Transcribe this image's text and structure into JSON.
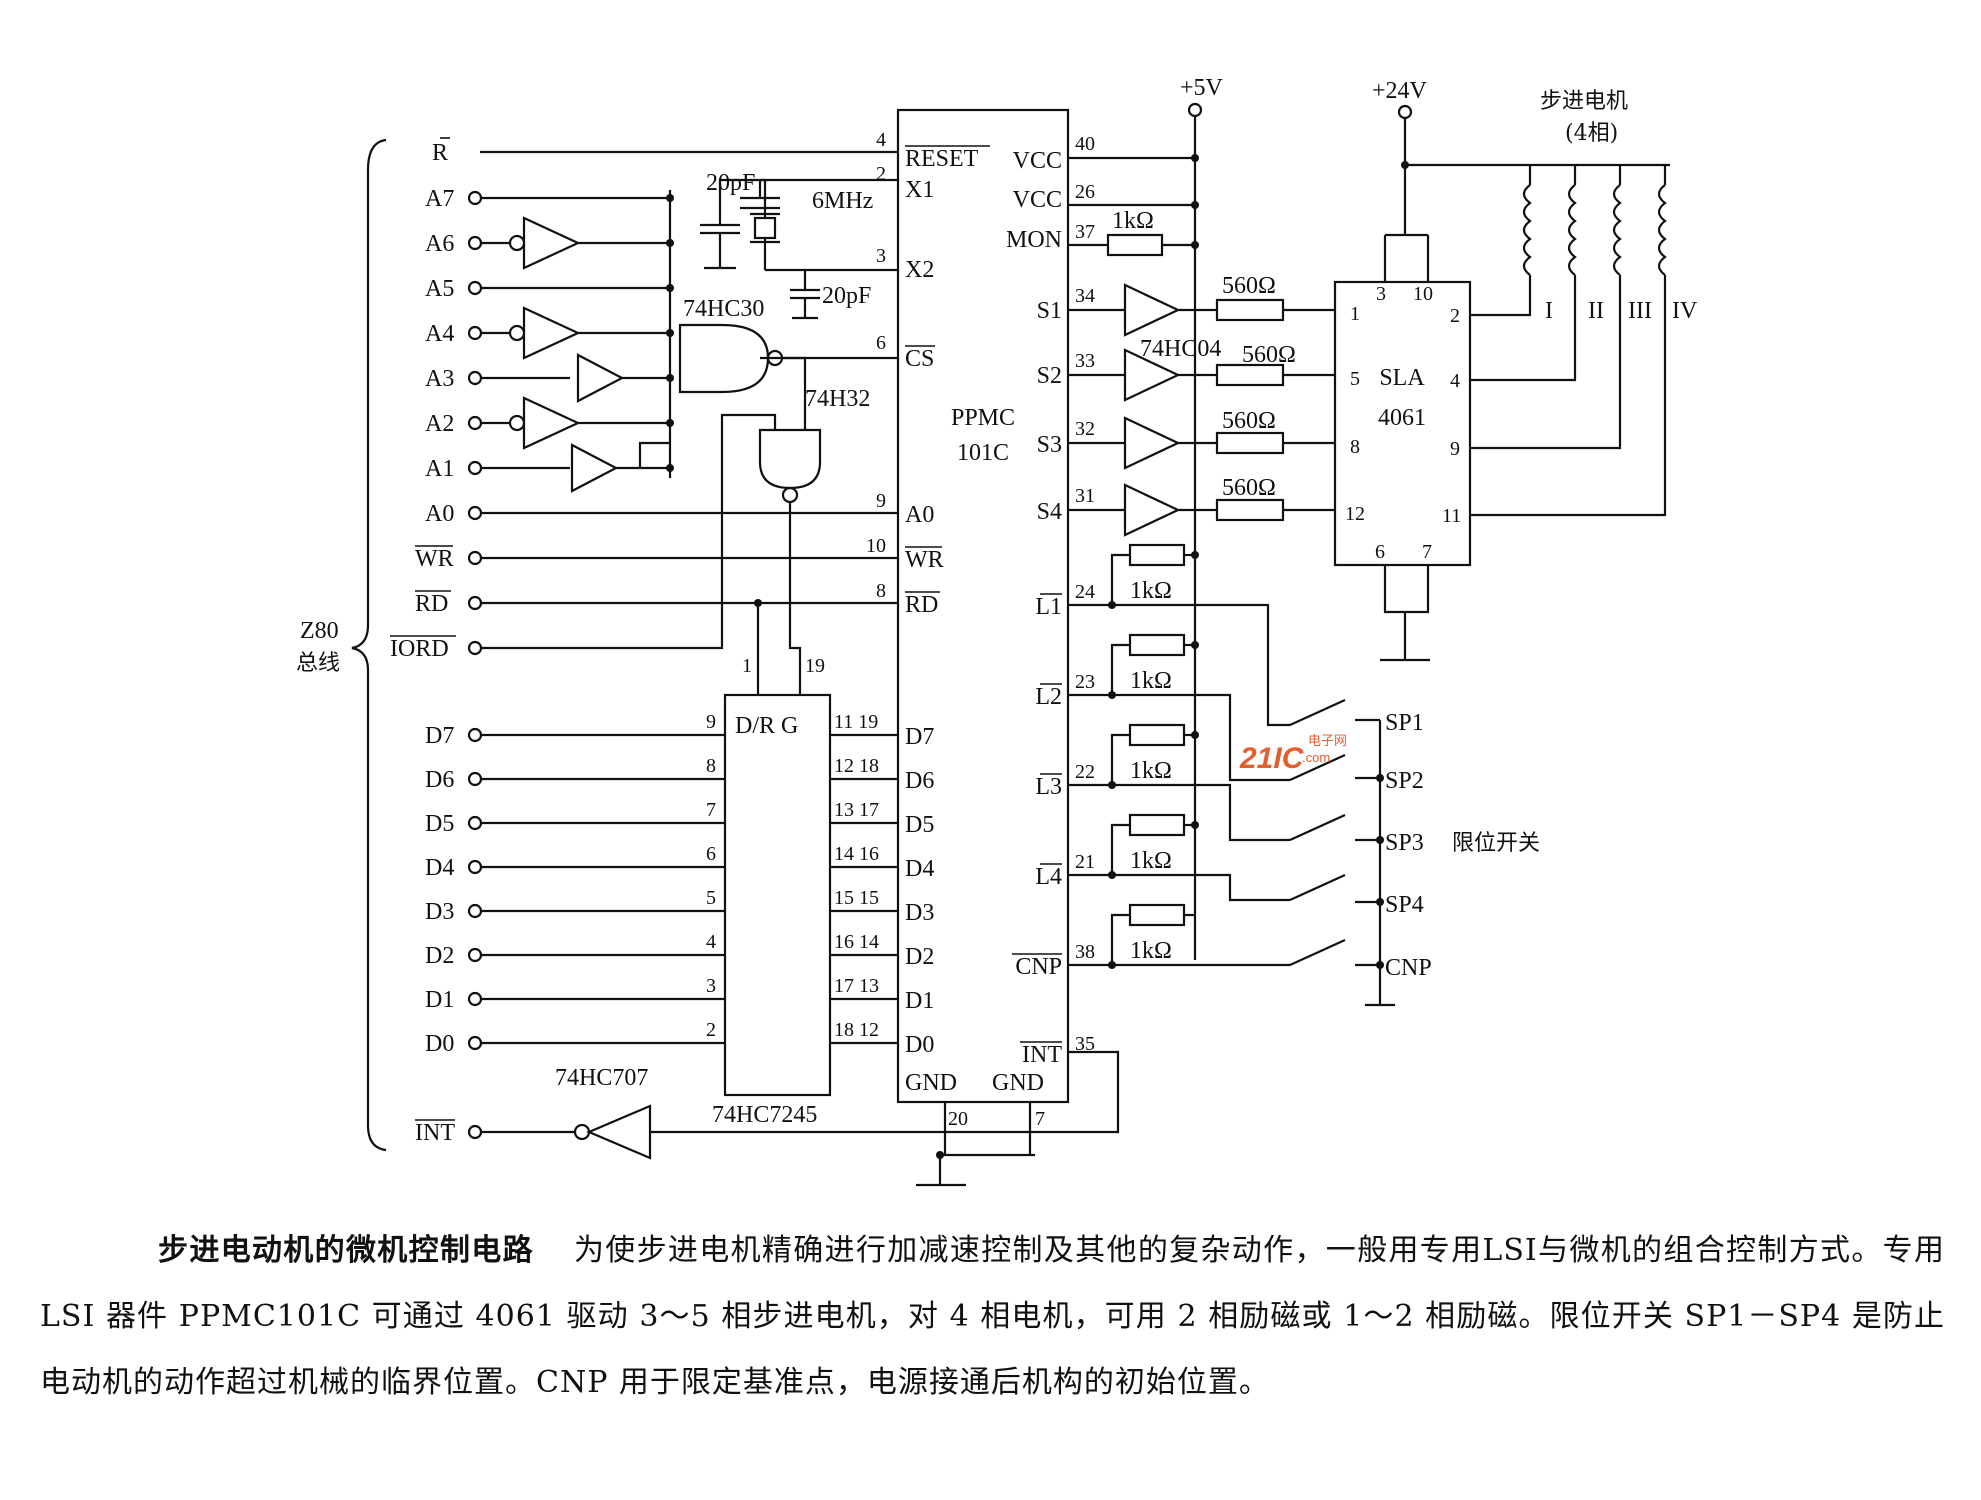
{
  "watermark": {
    "brand": "21IC",
    "sub": "电子网",
    "domain": ".com"
  },
  "bus": {
    "name": "Z80",
    "sub": "总线",
    "signals": [
      "R",
      "A7",
      "A6",
      "A5",
      "A4",
      "A3",
      "A2",
      "A1",
      "A0",
      "WR",
      "RD",
      "IORD",
      "D7",
      "D6",
      "D5",
      "D4",
      "D3",
      "D2",
      "D1",
      "D0",
      "INT"
    ]
  },
  "parts": {
    "nand": "74HC30",
    "or": "74H32",
    "buffer": "74HC707",
    "transceiver": "74HC7245",
    "inverter": "74HC04",
    "ppmc_line1": "PPMC",
    "ppmc_line2": "101C",
    "sla_line1": "SLA",
    "sla_line2": "4061",
    "dir_pins": "D/R G"
  },
  "clock": {
    "cap1": "20pF",
    "crystal": "6MHz",
    "cap2": "20pF"
  },
  "ppmc": {
    "left_pins": [
      {
        "num": "4",
        "name": "RESET"
      },
      {
        "num": "2",
        "name": "X1"
      },
      {
        "num": "3",
        "name": "X2"
      },
      {
        "num": "6",
        "name": "CS"
      },
      {
        "num": "9",
        "name": "A0"
      },
      {
        "num": "10",
        "name": "WR"
      },
      {
        "num": "8",
        "name": "RD"
      }
    ],
    "data_pins": [
      "D7",
      "D6",
      "D5",
      "D4",
      "D3",
      "D2",
      "D1",
      "D0"
    ],
    "right_pins": [
      {
        "num": "40",
        "name": "VCC"
      },
      {
        "num": "26",
        "name": "VCC"
      },
      {
        "num": "37",
        "name": "MON"
      },
      {
        "num": "34",
        "name": "S1"
      },
      {
        "num": "33",
        "name": "S2"
      },
      {
        "num": "32",
        "name": "S3"
      },
      {
        "num": "31",
        "name": "S4"
      },
      {
        "num": "24",
        "name": "L1"
      },
      {
        "num": "23",
        "name": "L2"
      },
      {
        "num": "22",
        "name": "L3"
      },
      {
        "num": "21",
        "name": "L4"
      },
      {
        "num": "38",
        "name": "CNP"
      },
      {
        "num": "35",
        "name": "INT"
      }
    ],
    "bottom": {
      "gnd": "GND",
      "pin_a": "20",
      "pin_b": "7"
    }
  },
  "pin_numbers": {
    "buffer_in": [
      "9",
      "8",
      "7",
      "6",
      "5",
      "4",
      "3",
      "2"
    ],
    "buffer_out": [
      "11 19",
      "12 18",
      "13 17",
      "14 16",
      "15 15",
      "16 14",
      "17 13",
      "18 12"
    ],
    "ctrl": [
      "1",
      "19"
    ]
  },
  "power": {
    "v5": "+5V",
    "v24": "+24V"
  },
  "motor": {
    "label": "步进电机",
    "phases": "(4相)",
    "coils": [
      "I",
      "II",
      "III",
      "IV"
    ]
  },
  "sla_pins": {
    "left": [
      "1",
      "5",
      "8",
      "12"
    ],
    "right": [
      "2",
      "4",
      "9",
      "11"
    ],
    "top": [
      "3",
      "10"
    ],
    "bottom": [
      "6",
      "7"
    ]
  },
  "resistors": {
    "series": "560Ω",
    "pullup": "1kΩ"
  },
  "switches": [
    "SP1",
    "SP2",
    "SP3",
    "SP4",
    "CNP"
  ],
  "switch_note": "限位开关",
  "caption": {
    "title": "步进电动机的微机控制电路",
    "body": "为使步进电机精确进行加减速控制及其他的复杂动作，一般用专用LSI与微机的组合控制方式。专用 LSI 器件 PPMC101C 可通过 4061 驱动 3～5 相步进电机，对 4 相电机，可用 2 相励磁或 1～2 相励磁。限位开关 SP1－SP4 是防止电动机的动作超过机械的临界位置。CNP 用于限定基准点，电源接通后机构的初始位置。"
  }
}
